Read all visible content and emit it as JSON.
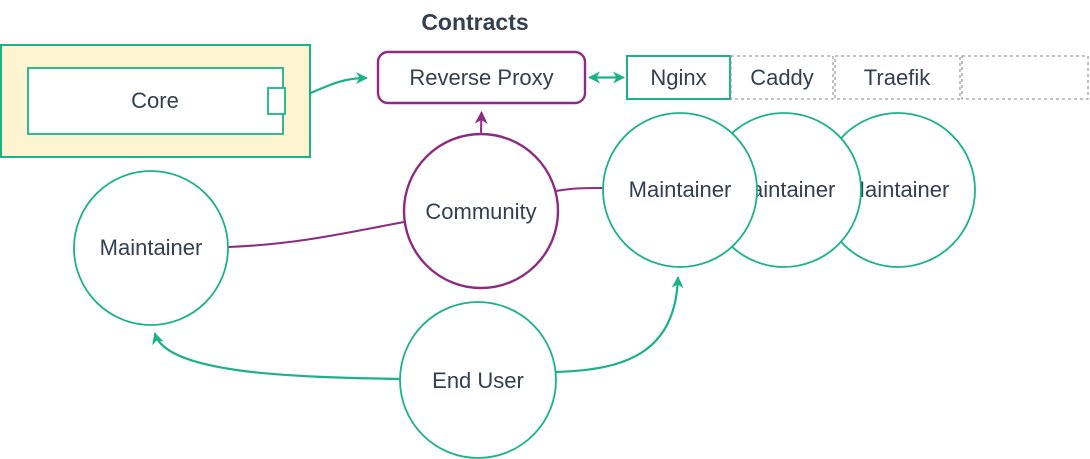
{
  "title": "Contracts",
  "colors": {
    "teal": "#1bb288",
    "purple": "#8d2b81",
    "text": "#334050",
    "core_container_fill": "#fdf4d1",
    "dashed_border": "#9e9e9e",
    "background": "#ffffff"
  },
  "nodes": {
    "core": {
      "label": "Core"
    },
    "reverse_proxy": {
      "label": "Reverse Proxy"
    },
    "proxy_options": [
      {
        "label": "Nginx"
      },
      {
        "label": "Caddy"
      },
      {
        "label": "Traefik"
      },
      {
        "label": ""
      }
    ],
    "community": {
      "label": "Community"
    },
    "maintainer_left": {
      "label": "Maintainer"
    },
    "maintainers_right": [
      {
        "label": "Maintainer"
      },
      {
        "label": "Maintainer"
      },
      {
        "label": "Maintainer"
      }
    ],
    "end_user": {
      "label": "End User"
    }
  }
}
